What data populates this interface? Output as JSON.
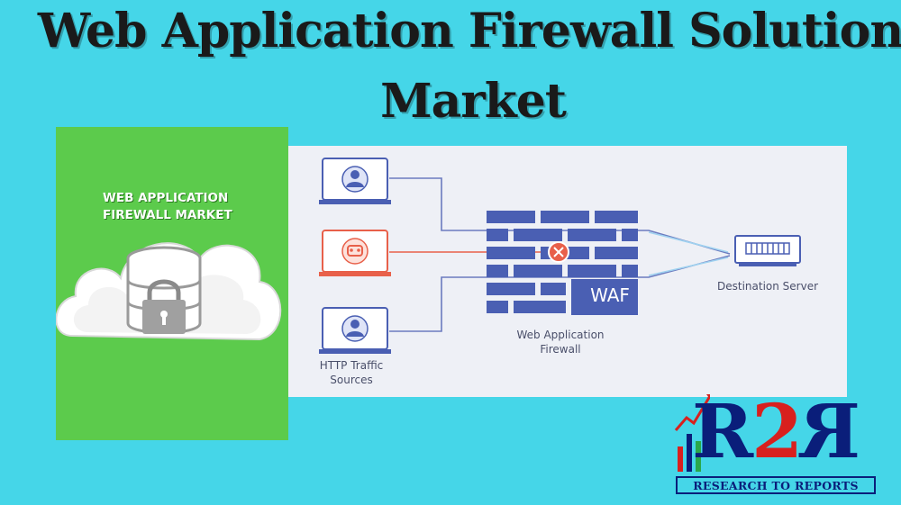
{
  "title_line1": "Web Application Firewall Solution",
  "title_line2": "Market",
  "left_panel": {
    "caption": "WEB APPLICATION FIREWALL MARKET"
  },
  "diagram": {
    "waf_block_text": "WAF",
    "waf_caption": "Web Application Firewall",
    "destination_label": "Destination Server",
    "sources_label": "HTTP Traffic Sources"
  },
  "logo": {
    "letters_left": "R",
    "letters_mid": "2",
    "letters_right": "R",
    "tagline": "RESEARCH TO REPORTS"
  },
  "colors": {
    "background": "#45d6e8",
    "green_panel": "#5ccb4c",
    "diagram_bg": "#eef0f6",
    "wall": "#4a5fb3",
    "blocked_source": "#e8604a",
    "logo_blue": "#0a1e7a",
    "logo_red": "#d8201e"
  },
  "icons": [
    "cloud-icon",
    "database-lock-icon",
    "laptop-user-icon",
    "laptop-threat-icon",
    "firewall-wall-icon",
    "blocked-x-icon",
    "server-icon",
    "trend-arrow-icon"
  ]
}
